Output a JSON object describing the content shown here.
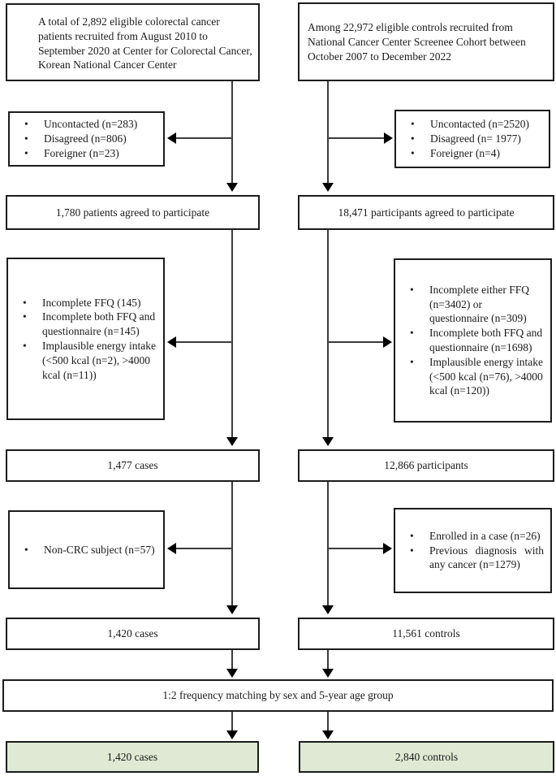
{
  "flowchart": {
    "left": {
      "source": "A total of 2,892 eligible colorectal cancer patients recruited from August 2010 to September 2020 at Center for Colorectal Cancer, Korean National Cancer Center",
      "exclusion1": [
        "Uncontacted (n=283)",
        "Disagreed (n=806)",
        "Foreigner (n=23)"
      ],
      "agreed": "1,780 patients agreed to participate",
      "exclusion2": [
        "Incomplete FFQ (145)",
        "Incomplete both FFQ and questionnaire (n=145)",
        "Implausible energy intake (<500 kcal (n=2), >4000 kcal (n=11))"
      ],
      "count_after_ffq": "1,477 cases",
      "exclusion3": [
        "Non-CRC subject (n=57)"
      ],
      "count_after_crc": "1,420 cases",
      "final": "1,420 cases"
    },
    "right": {
      "source": "Among 22,972 eligible controls recruited from National Cancer Center Screenee Cohort between October 2007 to December 2022",
      "exclusion1": [
        "Uncontacted (n=2520)",
        "Disagreed (n= 1977)",
        "Foreigner (n=4)"
      ],
      "agreed": "18,471 participants agreed to participate",
      "exclusion2": [
        "Incomplete either FFQ (n=3402) or questionnaire (n=309)",
        "Incomplete both FFQ and questionnaire (n=1698)",
        "Implausible energy intake (<500 kcal (n=76), >4000 kcal (n=120))"
      ],
      "count_after_ffq": "12,866 participants",
      "exclusion3": [
        "Enrolled in a case (n=26)",
        "Previous diagnosis with any cancer (n=1279)"
      ],
      "count_after_crc": "11,561 controls",
      "final": "2,840 controls"
    },
    "matching": "1:2 frequency matching by sex and 5-year age group",
    "colors": {
      "final_box_fill": "#dfe9d4",
      "border": "#1c1c1c",
      "line": "#3b3b3b"
    }
  }
}
